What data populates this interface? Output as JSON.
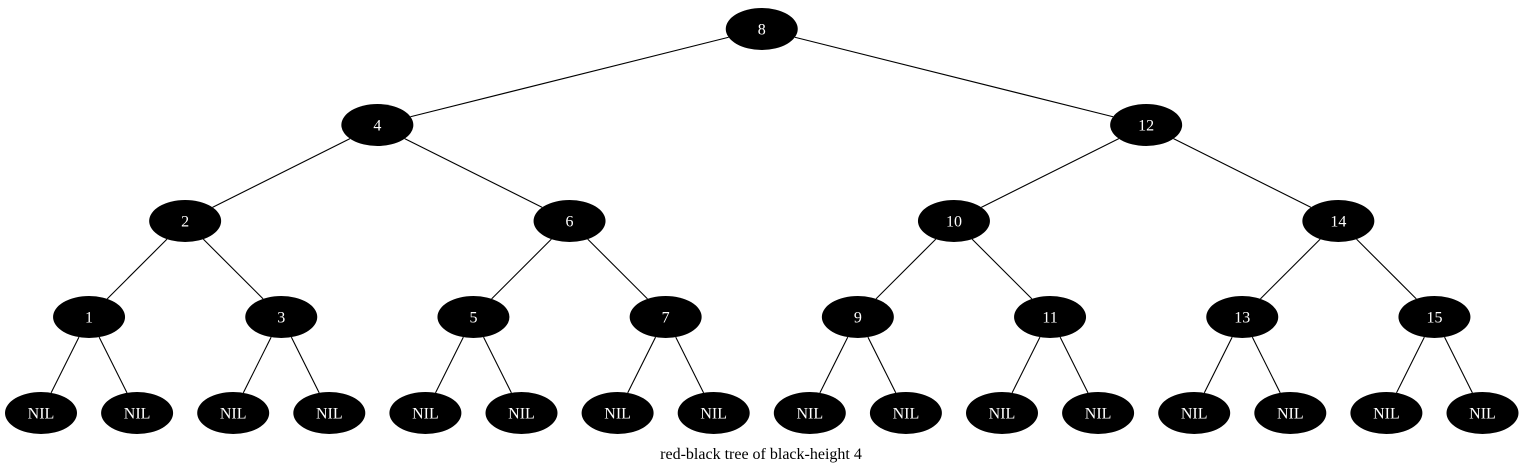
{
  "caption": "red-black tree of black-height 4",
  "colors": {
    "node_fill": "#000000",
    "node_text": "#ffffff",
    "edge": "#000000",
    "background": "#ffffff"
  },
  "tree": {
    "label": "8",
    "children": [
      {
        "label": "4",
        "children": [
          {
            "label": "2",
            "children": [
              {
                "label": "1",
                "children": [
                  {
                    "label": "NIL"
                  },
                  {
                    "label": "NIL"
                  }
                ]
              },
              {
                "label": "3",
                "children": [
                  {
                    "label": "NIL"
                  },
                  {
                    "label": "NIL"
                  }
                ]
              }
            ]
          },
          {
            "label": "6",
            "children": [
              {
                "label": "5",
                "children": [
                  {
                    "label": "NIL"
                  },
                  {
                    "label": "NIL"
                  }
                ]
              },
              {
                "label": "7",
                "children": [
                  {
                    "label": "NIL"
                  },
                  {
                    "label": "NIL"
                  }
                ]
              }
            ]
          }
        ]
      },
      {
        "label": "12",
        "children": [
          {
            "label": "10",
            "children": [
              {
                "label": "9",
                "children": [
                  {
                    "label": "NIL"
                  },
                  {
                    "label": "NIL"
                  }
                ]
              },
              {
                "label": "11",
                "children": [
                  {
                    "label": "NIL"
                  },
                  {
                    "label": "NIL"
                  }
                ]
              }
            ]
          },
          {
            "label": "14",
            "children": [
              {
                "label": "13",
                "children": [
                  {
                    "label": "NIL"
                  },
                  {
                    "label": "NIL"
                  }
                ]
              },
              {
                "label": "15",
                "children": [
                  {
                    "label": "NIL"
                  },
                  {
                    "label": "NIL"
                  }
                ]
              }
            ]
          }
        ]
      }
    ]
  }
}
